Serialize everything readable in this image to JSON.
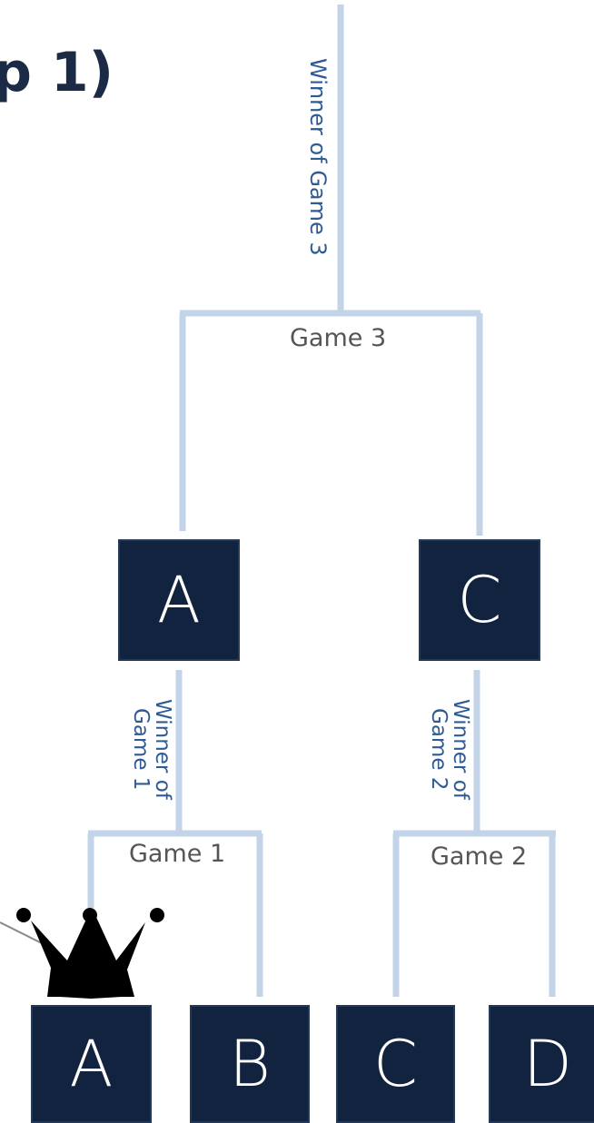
{
  "title": "p 1)",
  "bracket": {
    "final": {
      "winner_label": "Winner of Game 3",
      "game_label": "Game 3"
    },
    "semifinal": [
      {
        "team": "A",
        "winner_label": "Winner of Game 1"
      },
      {
        "team": "C",
        "winner_label": "Winner of Game 2"
      }
    ],
    "first_round": {
      "game_labels": [
        "Game 1",
        "Game 2"
      ],
      "teams": [
        "A",
        "B",
        "C",
        "D"
      ]
    },
    "crown_icon": "crown-icon"
  },
  "colors": {
    "box_fill": "#12233f",
    "bracket_line": "#c3d3e8",
    "winner_text": "#2f5b94",
    "game_text": "#555555"
  }
}
